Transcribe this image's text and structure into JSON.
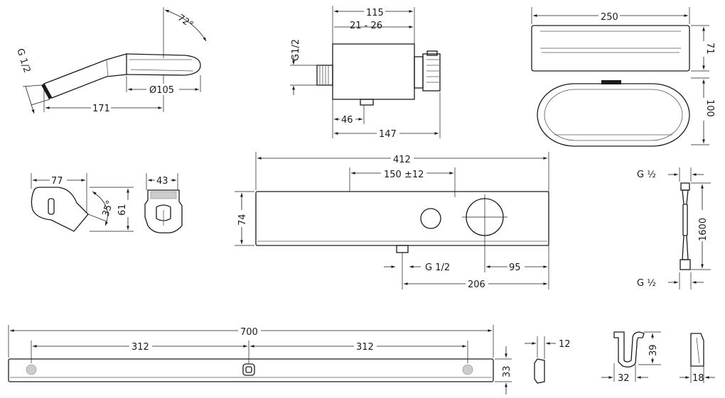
{
  "hand_shower": {
    "thread": "G 1/2",
    "angle": "72°",
    "diameter": "Ø105",
    "length": "171"
  },
  "mixer_side": {
    "thread": "G1/2",
    "width": "115",
    "range": "21 - 26",
    "depth_small": "46",
    "depth_total": "147"
  },
  "shelf": {
    "width": "250",
    "height": "71",
    "depth": "100"
  },
  "spout": {
    "length": "77",
    "angle": "35°",
    "height": "61"
  },
  "holder": {
    "width": "43"
  },
  "thermostat": {
    "width": "412",
    "spacing": "150 ±12",
    "height": "74",
    "thread": "G 1/2",
    "offset_right": "95",
    "offset_total": "206"
  },
  "hose": {
    "thread_top": "G ½",
    "length": "1600",
    "thread_bottom": "G ½"
  },
  "rail": {
    "length": "700",
    "spacing_left": "312",
    "spacing_right": "312",
    "height": "33"
  },
  "end_cap": {
    "width": "12"
  },
  "hook": {
    "height": "39",
    "width": "32"
  },
  "clip": {
    "width": "18"
  }
}
